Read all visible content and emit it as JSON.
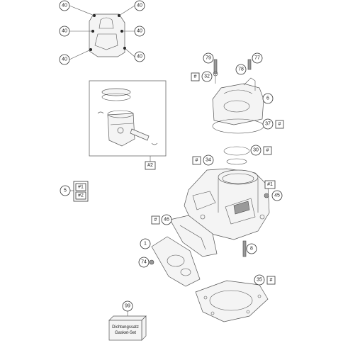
{
  "callouts": {
    "tpl_40_a": "40",
    "tpl_40_b": "40",
    "tpl_40_c": "40",
    "tpl_40_d": "40",
    "tpl_40_e": "40",
    "tpl_40_f": "40",
    "p79": "79",
    "p77": "77",
    "p32": "32",
    "p78": "78",
    "p6": "6",
    "p37": "37",
    "p30": "30",
    "p34": "34",
    "p45": "45",
    "p46": "46",
    "p8": "8",
    "p1": "1",
    "p74": "74",
    "p35": "35",
    "p99": "99",
    "p5": "5"
  },
  "tags": {
    "hash": "#",
    "set1": "#1",
    "set2": "#2"
  },
  "gasket_box": {
    "line1": "Dichtungssatz",
    "line2": "Gasket-Set"
  }
}
